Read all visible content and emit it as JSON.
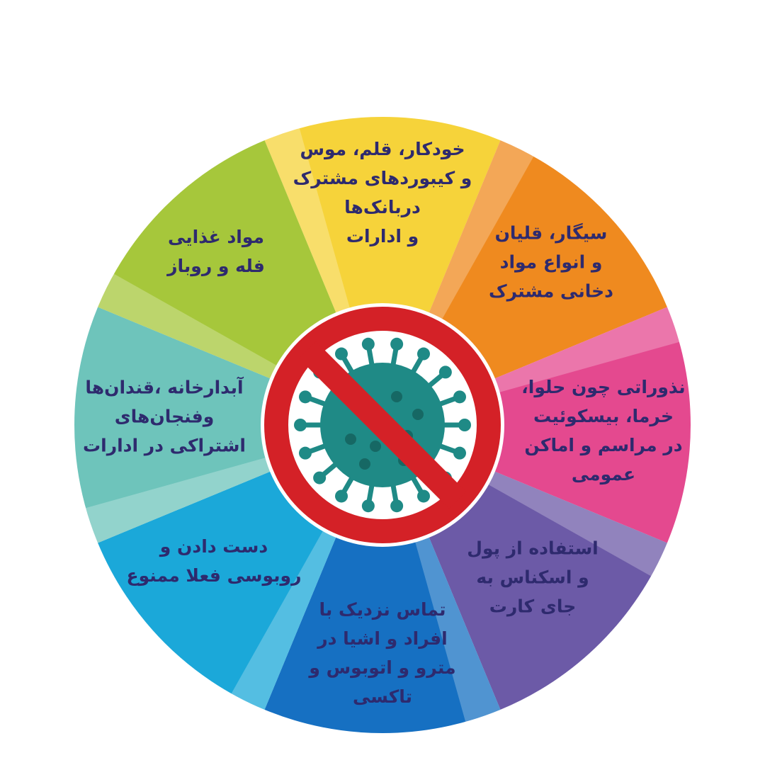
{
  "colors": {
    "text": "#2e2a6e",
    "ban_ring": "#d42127",
    "virus": "#1f8a86",
    "virus_dark": "#166864"
  },
  "center_icon": "no-virus-icon",
  "segments": [
    {
      "id": "shared-office-items",
      "color": "#f6d33a",
      "lines": [
        "خودکار، قلم، موس",
        "و کیبوردهای مشترک",
        "دربانک‌ها",
        "و  ادارات"
      ]
    },
    {
      "id": "shared-smoking",
      "color": "#ef8a1f",
      "lines": [
        "سیگار، قلیان",
        "و انواع مواد",
        "دخانی مشترک"
      ]
    },
    {
      "id": "public-offerings",
      "color": "#e4498f",
      "lines": [
        "نذوراتی چون حلوا،",
        "خرما، بیسکوئیت",
        "در مراسم و  اماکن",
        "عمومی"
      ]
    },
    {
      "id": "cash-usage",
      "color": "#6c5aa7",
      "lines": [
        "استفاده از پول",
        "و اسکناس به",
        "جای کارت"
      ]
    },
    {
      "id": "public-transport-contact",
      "color": "#1670c2",
      "lines": [
        "تماس نزدیک با",
        "افراد و اشیا در",
        "مترو و اتوبوس و",
        "تاکسی"
      ]
    },
    {
      "id": "handshake-kissing",
      "color": "#1ba8d9",
      "lines": [
        "دست دادن و",
        "روبوسی فعلا ممنوع"
      ]
    },
    {
      "id": "shared-pantry",
      "color": "#6ec4bb",
      "lines": [
        "آبدارخانه ،قندان‌ها",
        "وفنجان‌های",
        "اشتراکی در ادارات"
      ]
    },
    {
      "id": "open-bulk-food",
      "color": "#a6c73b",
      "lines": [
        "مواد غذایی",
        "فله و روباز"
      ]
    }
  ]
}
